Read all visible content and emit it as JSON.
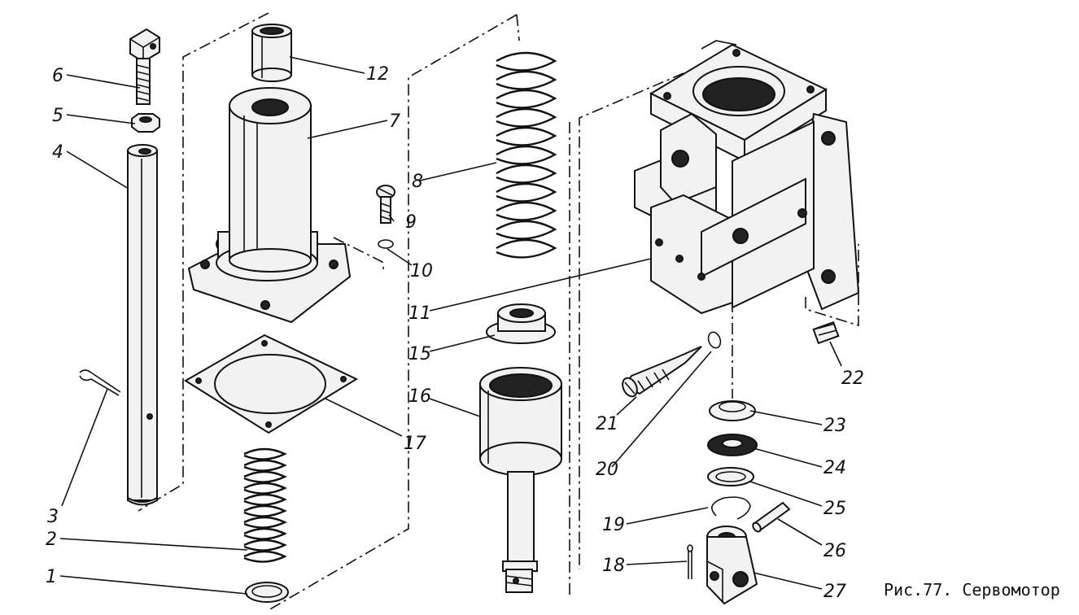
{
  "caption": "Рис.77. Сервомотор",
  "callouts": [
    {
      "id": "1",
      "label": "1"
    },
    {
      "id": "2",
      "label": "2"
    },
    {
      "id": "3",
      "label": "3"
    },
    {
      "id": "4",
      "label": "4"
    },
    {
      "id": "5",
      "label": "5"
    },
    {
      "id": "6",
      "label": "6"
    },
    {
      "id": "7",
      "label": "7"
    },
    {
      "id": "8",
      "label": "8"
    },
    {
      "id": "9",
      "label": "9"
    },
    {
      "id": "10",
      "label": "10"
    },
    {
      "id": "11",
      "label": "11"
    },
    {
      "id": "12",
      "label": "12"
    },
    {
      "id": "15",
      "label": "15"
    },
    {
      "id": "16",
      "label": "16"
    },
    {
      "id": "17",
      "label": "17"
    },
    {
      "id": "18",
      "label": "18"
    },
    {
      "id": "19",
      "label": "19"
    },
    {
      "id": "20",
      "label": "20"
    },
    {
      "id": "21",
      "label": "21"
    },
    {
      "id": "22",
      "label": "22"
    },
    {
      "id": "23",
      "label": "23"
    },
    {
      "id": "24",
      "label": "24"
    },
    {
      "id": "25",
      "label": "25"
    },
    {
      "id": "26",
      "label": "26"
    },
    {
      "id": "27",
      "label": "27"
    }
  ]
}
